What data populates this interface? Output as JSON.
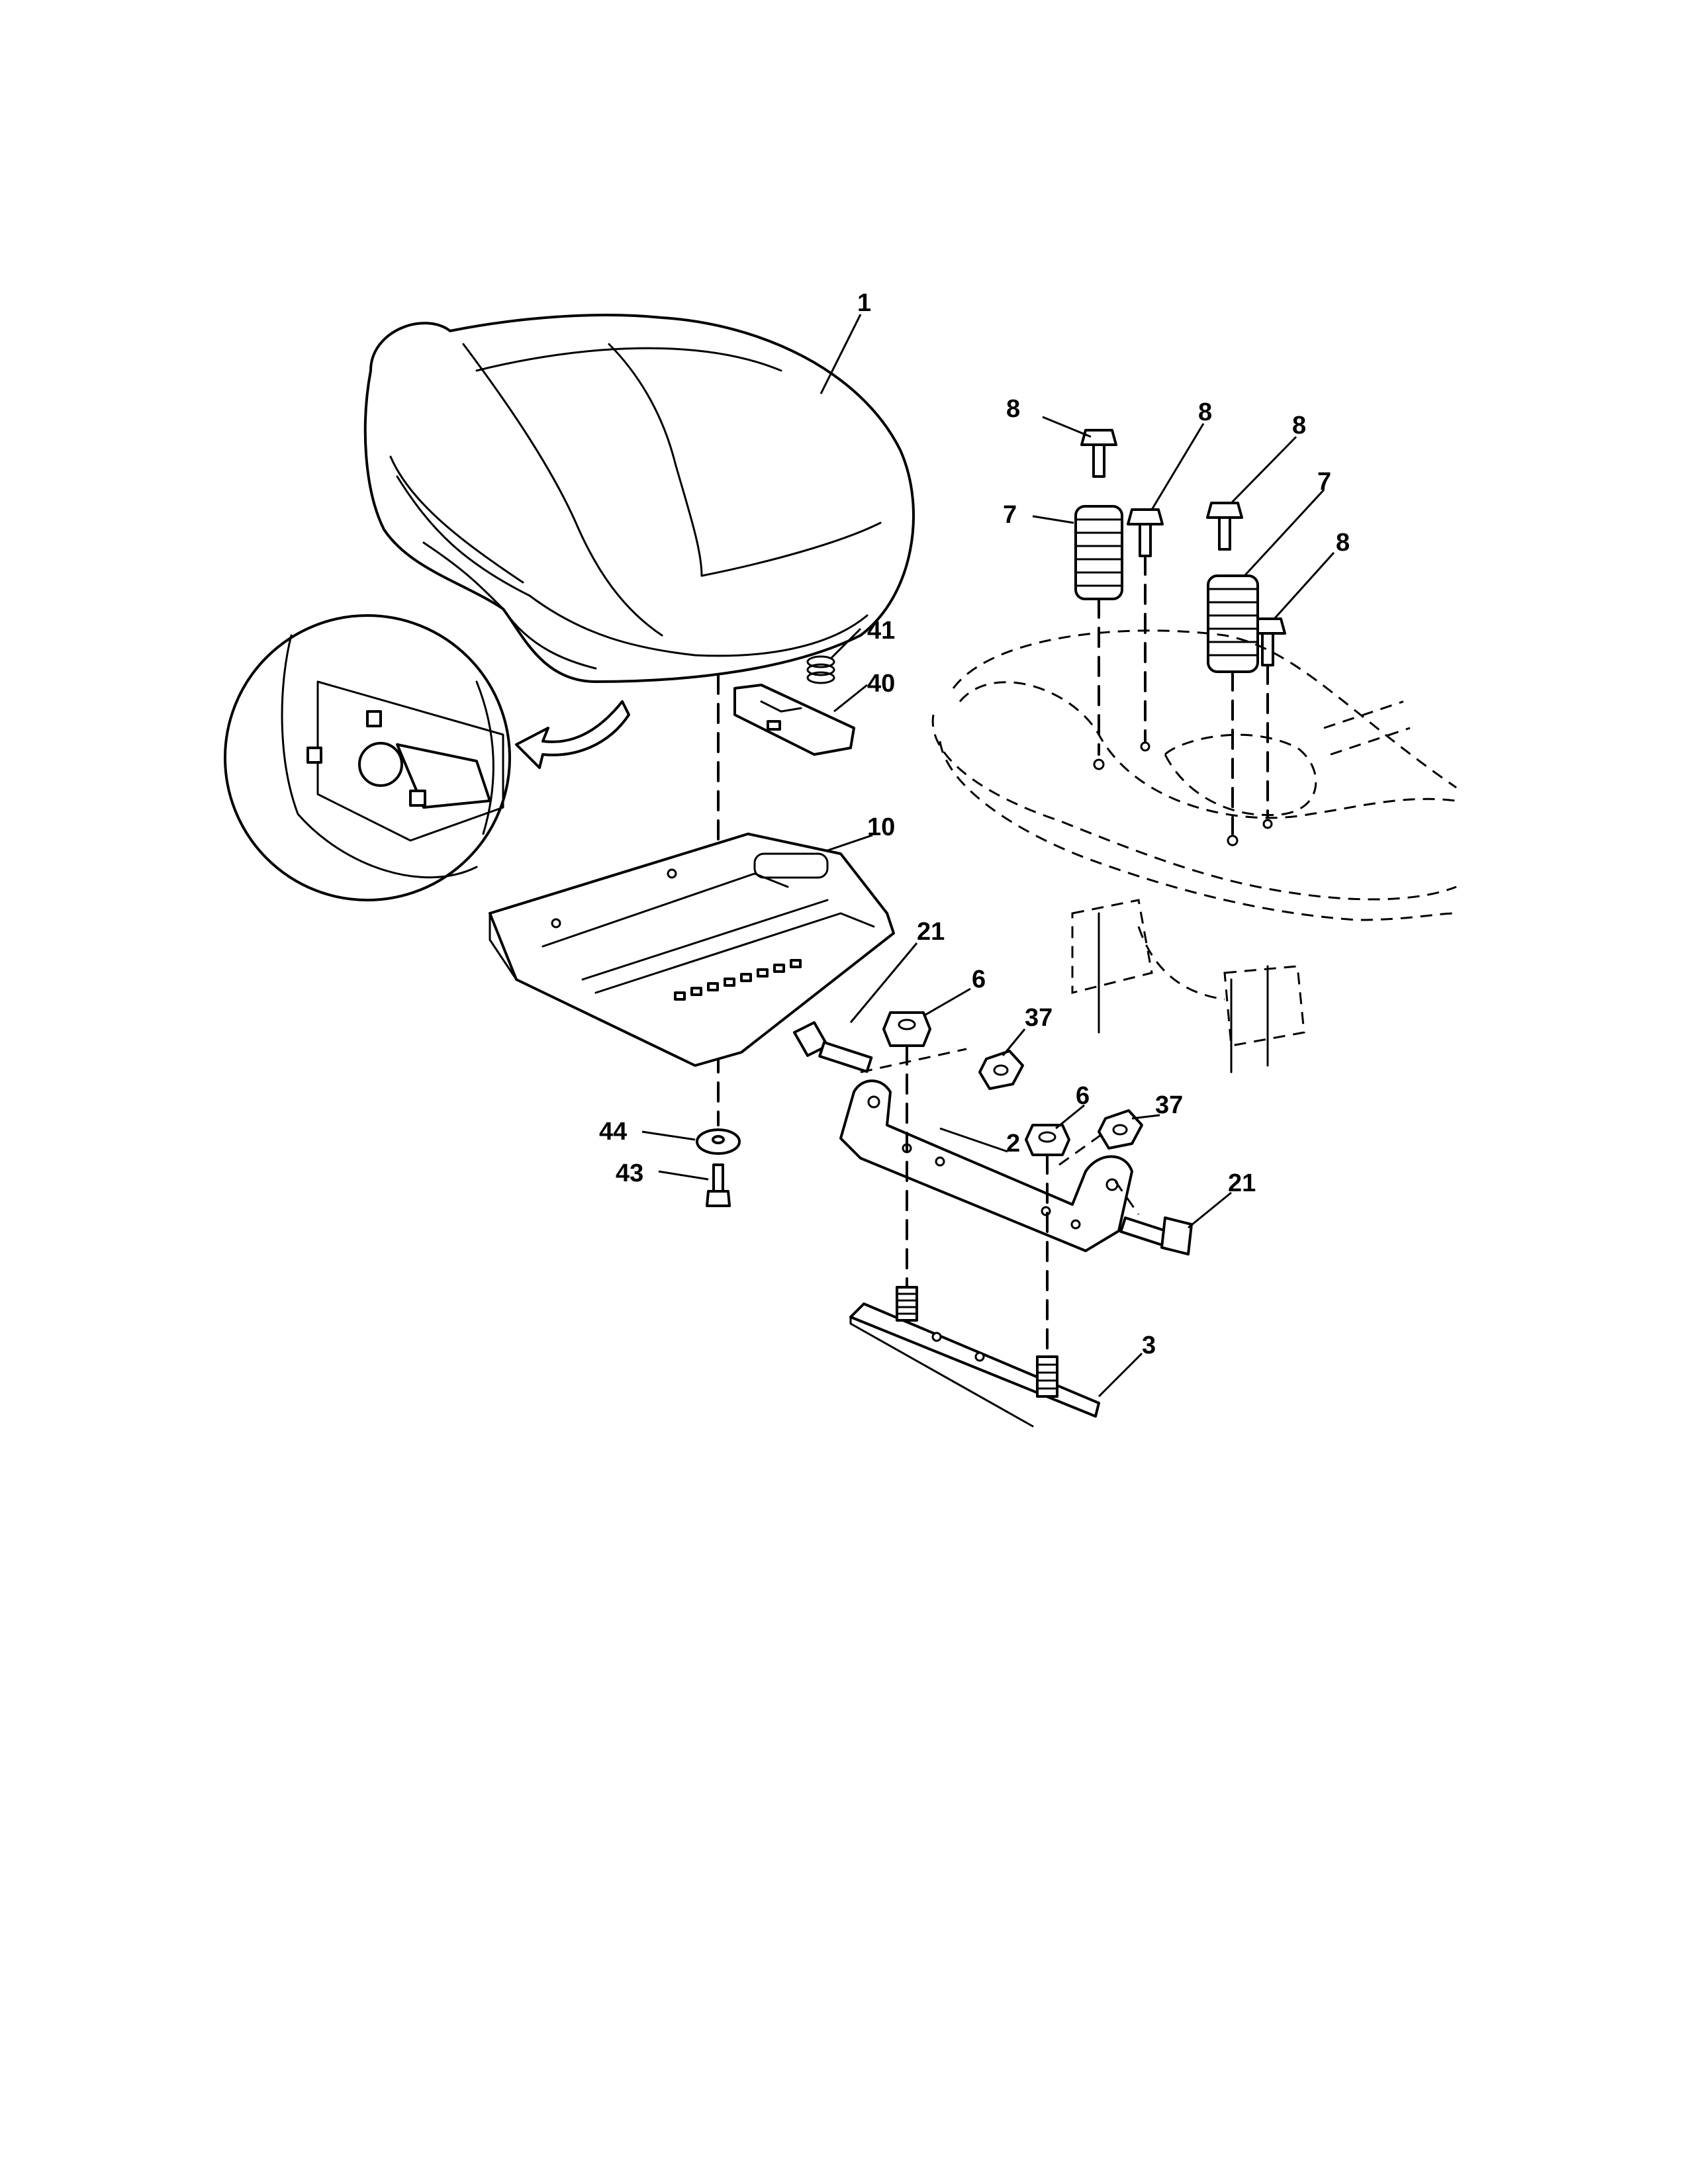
{
  "diagram": {
    "callouts": [
      {
        "id": "seat",
        "label": "1"
      },
      {
        "id": "bolt-a",
        "label": "8"
      },
      {
        "id": "bolt-b",
        "label": "8"
      },
      {
        "id": "bolt-c",
        "label": "8"
      },
      {
        "id": "bolt-d",
        "label": "8"
      },
      {
        "id": "spring-a",
        "label": "7"
      },
      {
        "id": "spring-b",
        "label": "7"
      },
      {
        "id": "small-spring",
        "label": "41"
      },
      {
        "id": "switch-bracket",
        "label": "40"
      },
      {
        "id": "seat-pan",
        "label": "10"
      },
      {
        "id": "shoulder-bolt-a",
        "label": "21"
      },
      {
        "id": "shoulder-bolt-b",
        "label": "21"
      },
      {
        "id": "nut-a",
        "label": "6"
      },
      {
        "id": "nut-b",
        "label": "6"
      },
      {
        "id": "locknut-a",
        "label": "37"
      },
      {
        "id": "locknut-b",
        "label": "37"
      },
      {
        "id": "pivot-bracket",
        "label": "2"
      },
      {
        "id": "mount-plate",
        "label": "3"
      },
      {
        "id": "washer",
        "label": "44"
      },
      {
        "id": "screw",
        "label": "43"
      }
    ]
  }
}
